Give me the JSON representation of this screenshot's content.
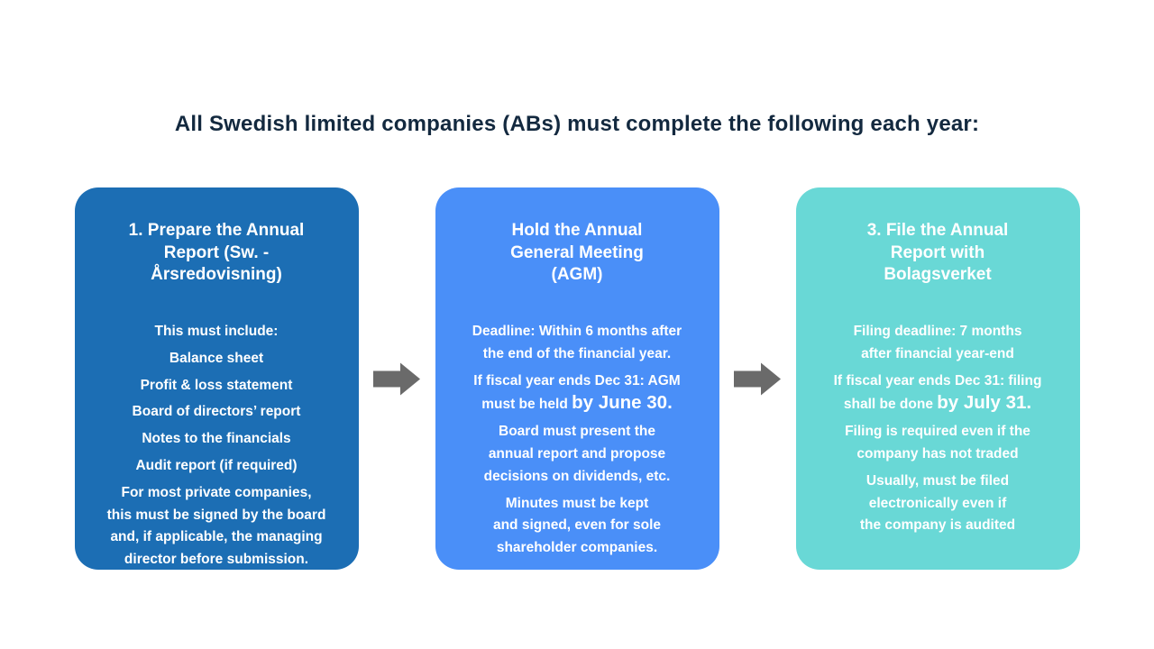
{
  "title": "All Swedish limited companies (ABs) must complete the following each year:",
  "colors": {
    "title_text": "#13293F",
    "card_text": "#FFFFFF",
    "card1_bg": "#1C6EB4",
    "card2_bg": "#4A8FF8",
    "card3_bg": "#69D8D6",
    "arrow": "#6A6A6A",
    "background": "#FFFFFF"
  },
  "icons": {
    "between_steps": "block-arrow-right-icon"
  },
  "cards": [
    {
      "heading": "1. Prepare the Annual Report (Sw. - Årsredovisning)",
      "paragraphs": [
        {
          "text": "This must include:"
        },
        {
          "text": "Balance sheet"
        },
        {
          "text": "Profit & loss statement"
        },
        {
          "text": "Board of directors’ report"
        },
        {
          "text": "Notes to the financials"
        },
        {
          "text": "Audit report (if required)"
        },
        {
          "text": "For most private companies, this must be signed by the board and, if applicable, the managing director before submission."
        }
      ]
    },
    {
      "heading": "Hold the Annual General Meeting (AGM)",
      "paragraphs": [
        {
          "text": "Deadline: Within 6 months after the end of the financial year."
        },
        {
          "text": "If fiscal year ends Dec 31: AGM must be held ",
          "emphasis": "by June 30."
        },
        {
          "text": "Board must present the annual report and propose decisions on dividends, etc."
        },
        {
          "text": "Minutes must be kept and signed, even for sole shareholder companies."
        }
      ]
    },
    {
      "heading": "3. File the Annual Report with Bolagsverket",
      "paragraphs": [
        {
          "text": "Filing deadline: 7 months after financial year-end"
        },
        {
          "text": "If fiscal year ends Dec 31: filing shall be done ",
          "emphasis": "by July 31."
        },
        {
          "text": "Filing is required even if the company has not traded"
        },
        {
          "text": "Usually, must be filed electronically even if the company is audited"
        }
      ]
    }
  ]
}
